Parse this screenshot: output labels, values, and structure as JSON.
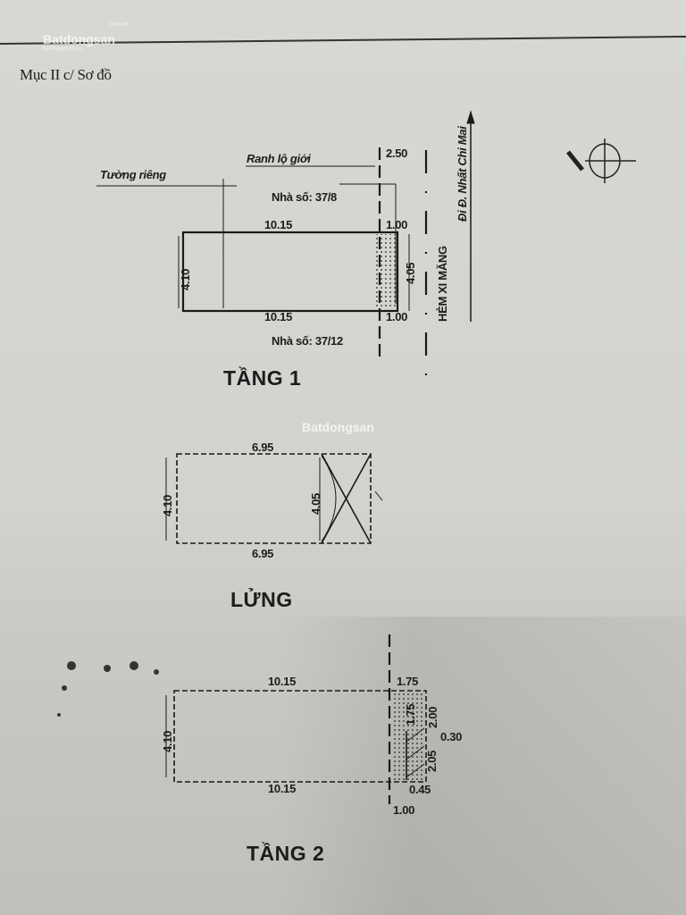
{
  "watermark": {
    "brand": "Batdongsan",
    "domain": ".com.vn",
    "tagline": "by PropertyGuru"
  },
  "section_title": "Mục II c/ Sơ đồ",
  "floor1": {
    "title": "TẦNG 1",
    "boundary_label": "Ranh lộ giới",
    "wall_label": "Tường riêng",
    "house_top": "Nhà số: 37/8",
    "house_bottom": "Nhà số: 37/12",
    "setback": "2.50",
    "top_length": "10.15",
    "top_extra": "1.00",
    "bottom_length": "10.15",
    "bottom_extra": "1.00",
    "left_width": "4.10",
    "right_width": "4.05",
    "alley": "HẺM XI MĂNG",
    "direction": "Đi Đ. Nhất Chi Mai"
  },
  "mezzanine": {
    "title": "LỬNG",
    "top_length": "6.95",
    "bottom_length": "6.95",
    "left_width": "4.10",
    "right_width": "4.05"
  },
  "floor2": {
    "title": "TẦNG 2",
    "top_length": "10.15",
    "top_extra": "1.75",
    "bottom_length": "10.15",
    "left_width": "4.10",
    "balcony_depth": "1.75",
    "balcony_width": "2.00",
    "offset": "0.30",
    "lower_width": "2.05",
    "bottom_extra": "0.45",
    "bottom_setback": "1.00"
  }
}
